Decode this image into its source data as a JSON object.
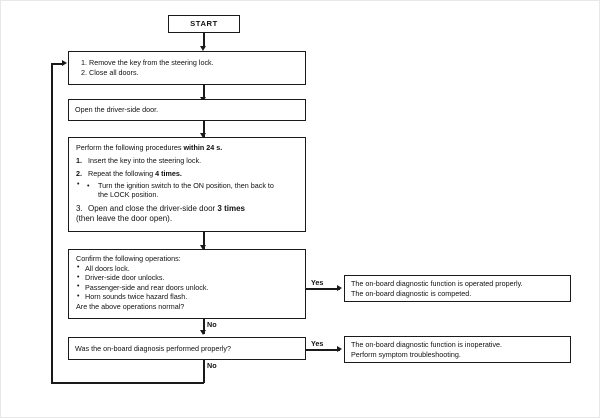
{
  "diagram": {
    "title": "On-board diagnostic procedure flowchart",
    "start_label": "START",
    "edge_labels": {
      "yes": "Yes",
      "no": "No"
    },
    "colors": {
      "stroke": "#1a1a1a",
      "background": "#ffffff",
      "text": "#111111"
    }
  },
  "nodes": {
    "start": {
      "label": "START"
    },
    "step1": {
      "items": [
        {
          "marker": "1.",
          "text": "Remove the key from the steering lock."
        },
        {
          "marker": "2.",
          "text": "Close all doors."
        }
      ]
    },
    "step2": {
      "text": "Open the driver-side door."
    },
    "step3": {
      "heading_prefix": "Perform the following procedures ",
      "heading_bold": "within 24 s.",
      "item1_marker": "1.",
      "item1_text": "Insert the key into the steering lock.",
      "item2_marker": "2.",
      "item2_prefix": "Repeat the following ",
      "item2_bold": "4 times.",
      "item2_bullet_line1": "Turn the ignition switch to the ON position, then back to",
      "item2_bullet_line2": "the LOCK position.",
      "item3_marker": "3.",
      "item3_prefix": "Open and close the driver-side door ",
      "item3_bold": "3 times",
      "item3_line2": "(then leave the door open)."
    },
    "decision1": {
      "heading": "Confirm the following operations:",
      "bullets": [
        "All doors lock.",
        "Driver-side door unlocks.",
        "Passenger-side and rear doors unlock.",
        "Horn sounds twice hazard flash."
      ],
      "question": "Are the above operations normal?"
    },
    "decision2": {
      "question": "Was the on-board diagnosis performed properly?"
    },
    "outcome1": {
      "line1": "The on-board diagnostic function is operated properly.",
      "line2": "The on-board diagnostic is competed."
    },
    "outcome2": {
      "line1": "The on-board diagnostic function is inoperative.",
      "line2": "Perform symptom troubleshooting."
    }
  },
  "edges": {
    "d1_yes": "Yes",
    "d1_no": "No",
    "d2_yes": "Yes",
    "d2_no": "No"
  }
}
